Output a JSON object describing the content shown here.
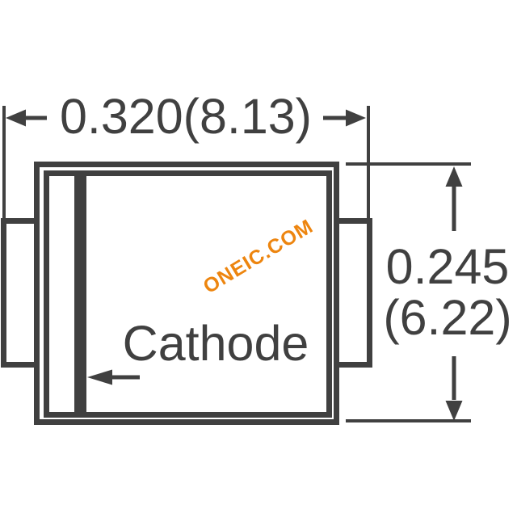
{
  "diagram": {
    "width_dimension": {
      "label": "0.320(8.13)"
    },
    "height_dimension": {
      "inches": "0.245",
      "mm": "(6.22)"
    },
    "cathode": {
      "label": "Cathode"
    },
    "watermark": {
      "label": "ONEIC.COM"
    },
    "colors": {
      "line": "#404040",
      "watermark": "#ed850f",
      "background": "#ffffff"
    }
  }
}
